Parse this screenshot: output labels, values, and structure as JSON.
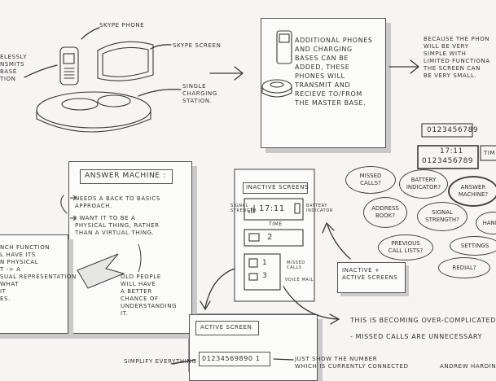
{
  "top_left": {
    "edge_text": "ELESSLY\nNSMITS\nBASE\nTION",
    "skype_phone_label": "SKYPE PHONE",
    "skype_screen_label": "SKYPE SCREEN",
    "charging_station_label": "SINGLE\nCHARGING\nSTATION."
  },
  "top_mid_card": {
    "text": "ADDITIONAL PHONES\nAND CHARGING\nBASES CAN BE\nADDED, THESE\nPHONES WILL\nTRANSMIT AND\nRECIEVE TO/FROM\nTHE MASTER BASE."
  },
  "top_right": {
    "text": "BECAUSE THE PHON\nWILL BE VERY\nSIMPLE WITH\nLIMITED FUNCTIONA\nTHE SCREEN CAN\nBE VERY SMALL.",
    "number1": "0123456789",
    "time": "17:11",
    "number2": "0123456789",
    "partial": "TIM"
  },
  "answer_card": {
    "title": "ANSWER MACHINE :",
    "bullet1": "NEEDS A BACK TO BASICS\nAPPROACH.",
    "bullet2": "I WANT IT TO BE A\nPHYSICAL THING, RATHER\nTHAN A VIRTUAL THING.",
    "note": "OLD PEOPLE\nWILL HAVE\nA BETTER\nCHANCE OF\nUNDERSTANDING\nIT."
  },
  "left_card": {
    "text": "NCH FUNCTION\nL HAVE ITS\nN PHYSICAL\nT -> A\nSUAL REPRESENTATION\nWHAT\nIT\nES."
  },
  "phone_sketch": {
    "inactive_title": "INACTIVE SCREENS",
    "signal_label": "SIGNAL\nSTRENGTH",
    "battery_label": "BATTERY\nINDICATOR",
    "time_value": "17:11",
    "time_label": "TIME",
    "messages_count": "2",
    "missed_label": "MISSED\nCALLS",
    "missed_count": "1",
    "voicemail_label": "VOICE MAIL",
    "voicemail_count": "3"
  },
  "inactive_active_box": "INACTIVE +\nACTIVE SCREENS",
  "bubbles": {
    "missed_calls": "MISSED\nCALLS?",
    "battery": "BATTERY\nINDICATOR?",
    "answer_machine": "ANSWER\nMACHINE?",
    "address_book": "ADDRESS\nBOOK?",
    "signal": "SIGNAL\nSTRENGTH?",
    "handset": "HANDS",
    "previous_calls": "PREVIOUS\nCALL LISTS?",
    "settings": "SETTINGS",
    "redial": "REDIAL?"
  },
  "active_screen": {
    "title": "ACTIVE SCREEN",
    "number": "01234569890 1",
    "simplify": "SIMPLIFY EVERYTHING",
    "just_show": "JUST SHOW THE NUMBER\nWHICH IS CURRENTLY CONNECTED"
  },
  "bottom_right": {
    "line1": "THIS IS BECOMING OVER-COMPLICATED",
    "line2": "- MISSED CALLS ARE UNNECESSARY",
    "signature": "ANDREW HARDING"
  }
}
